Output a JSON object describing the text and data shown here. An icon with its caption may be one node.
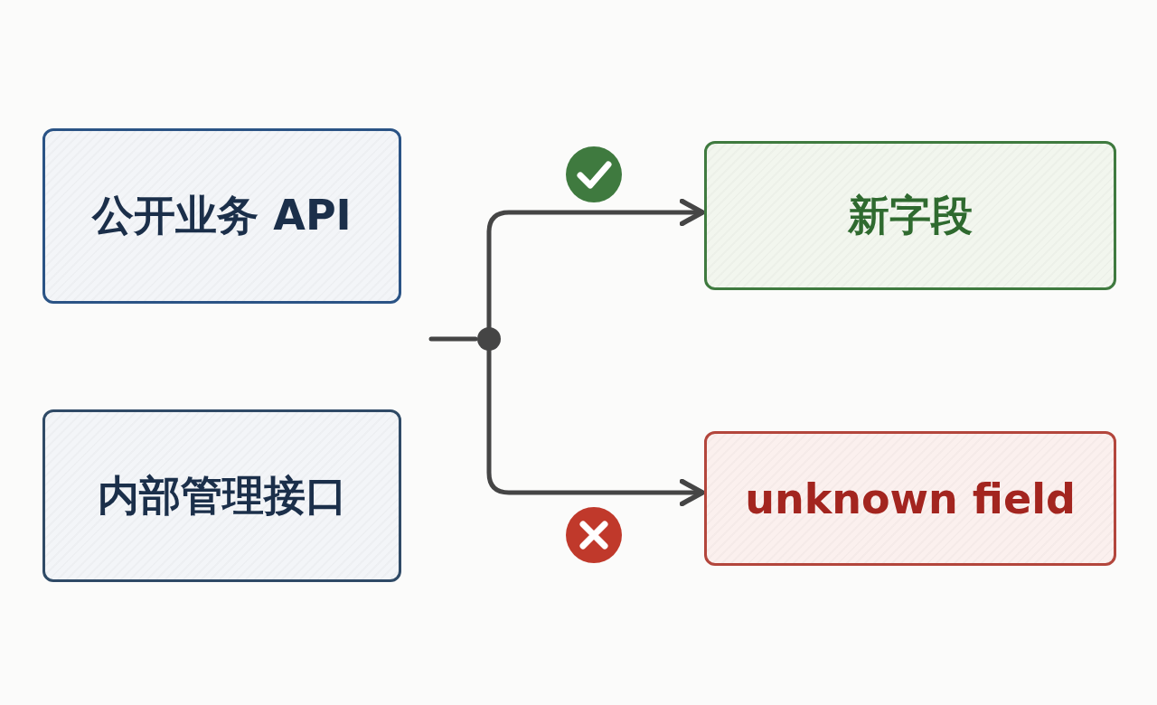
{
  "diagram": {
    "nodes": [
      {
        "text": [
          "公开业务 API"
        ]
      },
      {
        "text": [
          "内部管理接口"
        ]
      },
      {
        "text": [
          "新字段"
        ]
      },
      {
        "text": [
          "unknown field"
        ]
      },
      {
        "text": [],
        "shape": "circle"
      }
    ],
    "edges": [
      {
        "from": null,
        "to": 4,
        "arrow": "none"
      },
      {
        "from": 4,
        "to": 2,
        "arrow": "to"
      },
      {
        "from": 4,
        "to": 3,
        "arrow": "to"
      }
    ]
  }
}
